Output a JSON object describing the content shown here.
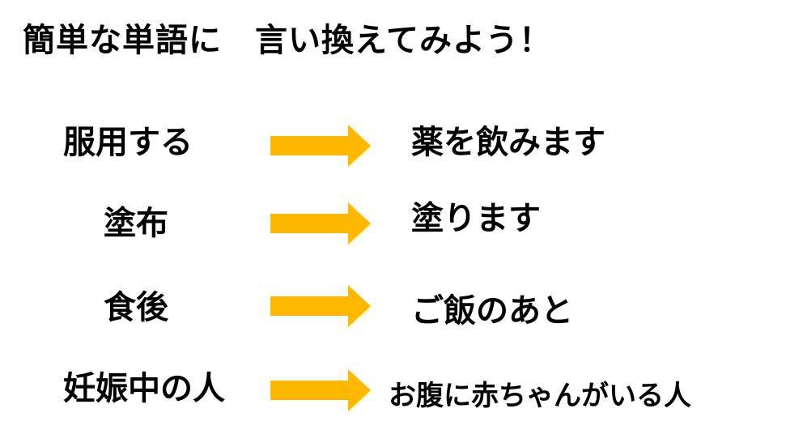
{
  "title": "簡単な単語に　言い換えてみよう！",
  "colors": {
    "arrow": "#FFB800",
    "text": "#000000",
    "background": "#FFFFFF"
  },
  "rows": [
    {
      "term": "服用する",
      "plain": "薬を飲みます",
      "arrow_icon": "right-arrow-icon"
    },
    {
      "term": "塗布",
      "plain": "塗ります",
      "arrow_icon": "right-arrow-icon"
    },
    {
      "term": "食後",
      "plain": "ご飯のあと",
      "arrow_icon": "right-arrow-icon"
    },
    {
      "term": "妊娠中の人",
      "plain": "お腹に赤ちゃんがいる人",
      "arrow_icon": "right-arrow-icon"
    }
  ]
}
